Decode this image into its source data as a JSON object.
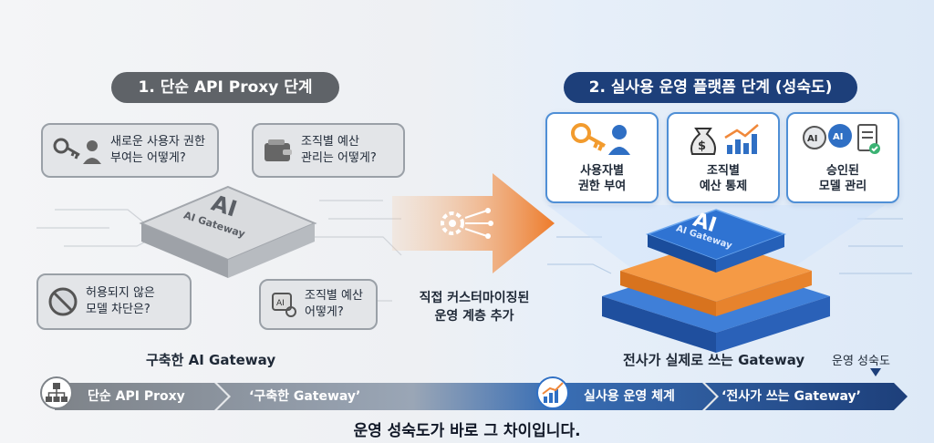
{
  "left": {
    "title": "1. 단순 API Proxy 단계",
    "chip_line1": "AI",
    "chip_line2": "AI Gateway",
    "q1": "새로운 사용자 권한\n부여는 어떻게?",
    "q2": "조직별 예산\n관리는 어떻게?",
    "q3": "허용되지 않은\n모델 차단은?",
    "q4": "조직별 예산\n어떻게?",
    "caption": "구축한 AI Gateway",
    "flow_a": "단순 API Proxy",
    "flow_b": "‘구축한 Gateway’"
  },
  "middle": {
    "label": "직접 커스터마이징된\n운영 계층 추가"
  },
  "right": {
    "title": "2. 실사용 운영 플랫폼 단계 (성숙도)",
    "card1": "사용자별\n권한 부여",
    "card2": "조직별\n예산 통제",
    "card3": "승인된\n모델 관리",
    "chip_line1": "AI",
    "chip_line2": "AI Gateway",
    "caption": "전사가 실제로 쓰는 Gateway",
    "maturity": "운영 성숙도",
    "flow_a": "실사용 운영 체계",
    "flow_b": "‘전사가 쓰는 Gateway’"
  },
  "footer": "운영 성숙도가 바로 그 차이입니다.",
  "colors": {
    "gray_pill": "#5f6368",
    "navy_pill": "#1d3f7a",
    "orange": "#f0883a",
    "blue": "#2f6fc4"
  }
}
